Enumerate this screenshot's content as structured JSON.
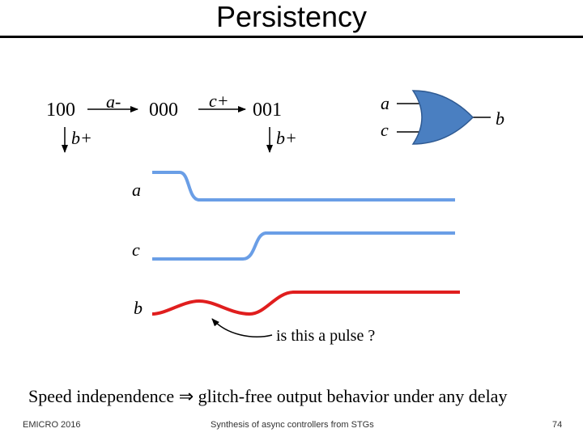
{
  "title": "Persistency",
  "stg": {
    "states": [
      "100",
      "000",
      "001"
    ],
    "transitions": [
      "a-",
      "c+"
    ],
    "enabled_events": [
      "b+",
      "b+"
    ]
  },
  "gate": {
    "type": "or-gate-icon",
    "inputs": [
      "a",
      "c"
    ],
    "output": "b",
    "fill_color": "#4a7fc1"
  },
  "waveforms": {
    "labels": [
      "a",
      "c",
      "b"
    ],
    "colors": {
      "a": "#6a9ee6",
      "c": "#6a9ee6",
      "b": "#e01e1e"
    }
  },
  "annotation": "is this a pulse ?",
  "statement": {
    "left": "Speed independence",
    "symbol": "⇒",
    "right": "glitch-free output behavior under any delay"
  },
  "footer": {
    "left": "EMICRO 2016",
    "center": "Synthesis of async controllers from STGs",
    "page": "74"
  }
}
